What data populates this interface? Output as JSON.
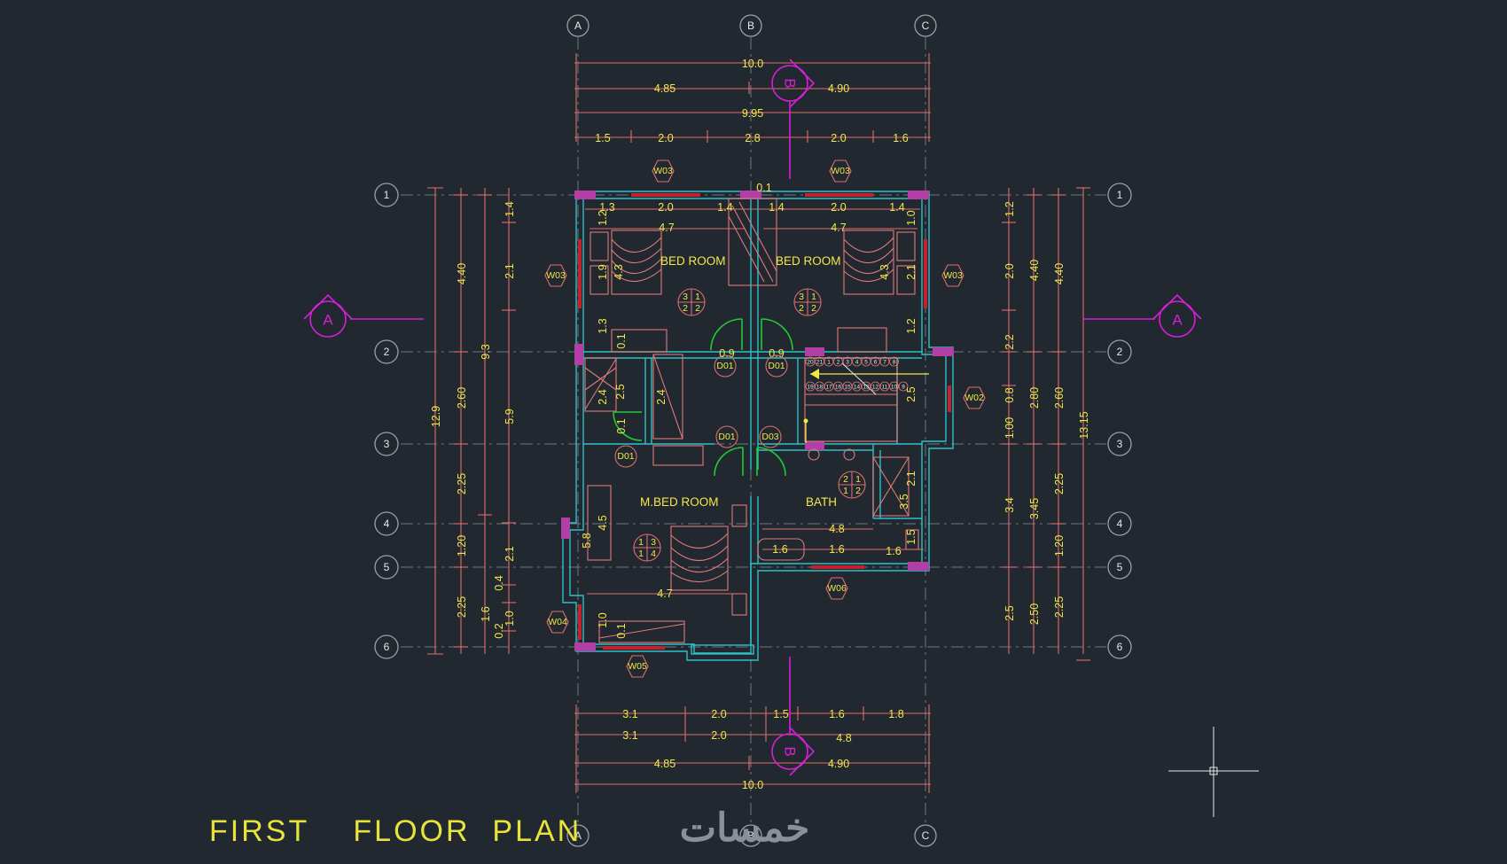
{
  "title": "FIRST    FLOOR  PLAN",
  "watermark": "خمسات",
  "grid_columns": [
    "A",
    "B",
    "C"
  ],
  "grid_rows": [
    "1",
    "2",
    "3",
    "4",
    "5",
    "6"
  ],
  "section_a": "A",
  "section_b": "B",
  "rooms": {
    "bed_room_left": "BED ROOM",
    "bed_room_right": "BED ROOM",
    "master_bed_room": "M.BED ROOM",
    "bath": "BATH"
  },
  "windows": {
    "w03_top_left": "W03",
    "w03_top_right": "W03",
    "w03_left": "W03",
    "w03_right": "W03",
    "w02": "W02",
    "w04": "W04",
    "w05": "W05",
    "w06": "W06"
  },
  "doors": {
    "d01_a": "D01",
    "d01_b": "D01",
    "d01_c": "D01",
    "d01_d": "D01",
    "d03": "D03"
  },
  "dims_top": {
    "overall": "10.0",
    "left_half": "4.85",
    "right_half": "4.90",
    "inner": "9.95",
    "seg1": "1.5",
    "seg2": "2.0",
    "seg3": "2.8",
    "seg4": "2.0",
    "seg5": "1.6"
  },
  "dims_bottom": {
    "a1": "3.1",
    "a2": "2.0",
    "a3": "1.5",
    "a4": "1.6",
    "a5": "1.8",
    "b1": "3.1",
    "b2": "2.0",
    "b3": "4.8",
    "left_half": "4.85",
    "right_half": "4.90",
    "overall": "10.0"
  },
  "dims_left": {
    "overall": "12.9",
    "g12": "4.40",
    "g23": "2.60",
    "g34": "2.25",
    "g45": "1.20",
    "g56": "2.25",
    "sub_upper": "9.3",
    "sub_mid": "5.9",
    "c1": "1.4",
    "c2": "2.1",
    "c3": "2.1",
    "c4": "0.4",
    "c5": "1.6",
    "c6": "1.0",
    "c7": "0.2"
  },
  "dims_right": {
    "overall": "13.15",
    "g12": "4.40",
    "g23": "2.60",
    "g34": "2.25",
    "g45": "1.20",
    "g56": "2.25",
    "h12": "4.40",
    "h23": "2.80",
    "h35": "3.45",
    "h56": "2.50",
    "c1": "1.2",
    "c2": "2.0",
    "c3": "2.2",
    "c4": "0.8",
    "c5": "1.00",
    "c6": "3.4",
    "c7": "2.5"
  },
  "dims_interior": {
    "t1": "1.3",
    "t2": "2.0",
    "t3": "1.4",
    "t4": "0.1",
    "t5": "1.4",
    "t6": "2.0",
    "t7": "1.4",
    "room_w_left": "4.7",
    "room_w_right": "4.7",
    "bed_l": "4.3",
    "bed_r": "4.3",
    "v1": "1.9",
    "v2": "1.2",
    "v3": "1.3",
    "v4": "1.0",
    "v5": "2.1",
    "v6": "1.2",
    "door_l": "0.9",
    "door_r": "0.9",
    "cl1": "2.4",
    "cl2": "2.5",
    "cl3": "2.4",
    "cl4": "0.1",
    "cl5": "0.1",
    "stair": "2.5",
    "bath_w": "4.8",
    "tub": "1.6",
    "bath_a": "1.6",
    "bath_b": "1.6",
    "bath_h1": "2.1",
    "bath_h2": "3.5",
    "bath_h3": "1.5",
    "m_w1": "4.5",
    "m_w2": "5.8",
    "mbed_w": "4.7",
    "m_v1": "1.0",
    "m_v2": "0.1"
  },
  "finish_tags": {
    "bed_left": [
      "3",
      "1",
      "2",
      "2"
    ],
    "bed_right": [
      "3",
      "1",
      "2",
      "2"
    ],
    "bath": [
      "2",
      "1",
      "1",
      "2"
    ],
    "mbed": [
      "1",
      "3",
      "1",
      "4"
    ]
  },
  "stair_steps": [
    "20",
    "21",
    "1",
    "2",
    "3",
    "4",
    "5",
    "6",
    "7",
    "8",
    "19",
    "18",
    "17",
    "16",
    "15",
    "14",
    "13",
    "12",
    "11",
    "10",
    "9"
  ]
}
